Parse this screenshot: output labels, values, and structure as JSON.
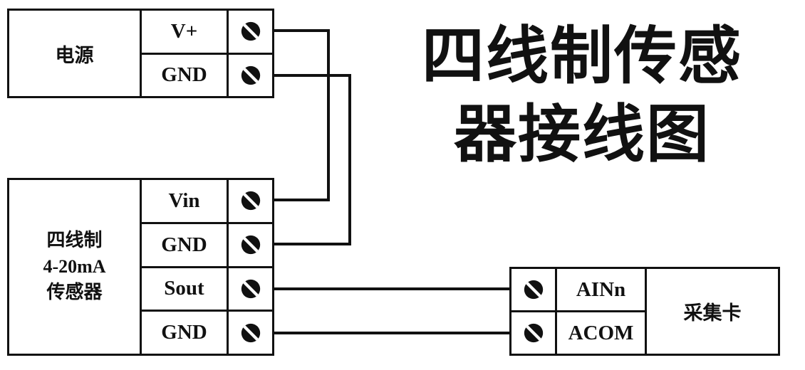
{
  "title": {
    "line1": "四线制传感",
    "line2": "器接线图"
  },
  "power_box": {
    "label": "电源",
    "terminals": [
      {
        "label": "V+"
      },
      {
        "label": "GND"
      }
    ]
  },
  "sensor_box": {
    "label_lines": [
      "四线制",
      "4-20mA",
      "传感器"
    ],
    "terminals": [
      {
        "label": "Vin"
      },
      {
        "label": "GND"
      },
      {
        "label": "Sout"
      },
      {
        "label": "GND"
      }
    ]
  },
  "capture_box": {
    "label": "采集卡",
    "terminals": [
      {
        "label": "AINn"
      },
      {
        "label": "ACOM"
      }
    ]
  },
  "connections": [
    {
      "from": "power.V+",
      "to": "sensor.Vin"
    },
    {
      "from": "power.GND",
      "to": "sensor.GND"
    },
    {
      "from": "sensor.Sout",
      "to": "capture.AINn"
    },
    {
      "from": "sensor.GND2",
      "to": "capture.ACOM"
    }
  ],
  "colors": {
    "line": "#111111",
    "background": "#ffffff"
  }
}
